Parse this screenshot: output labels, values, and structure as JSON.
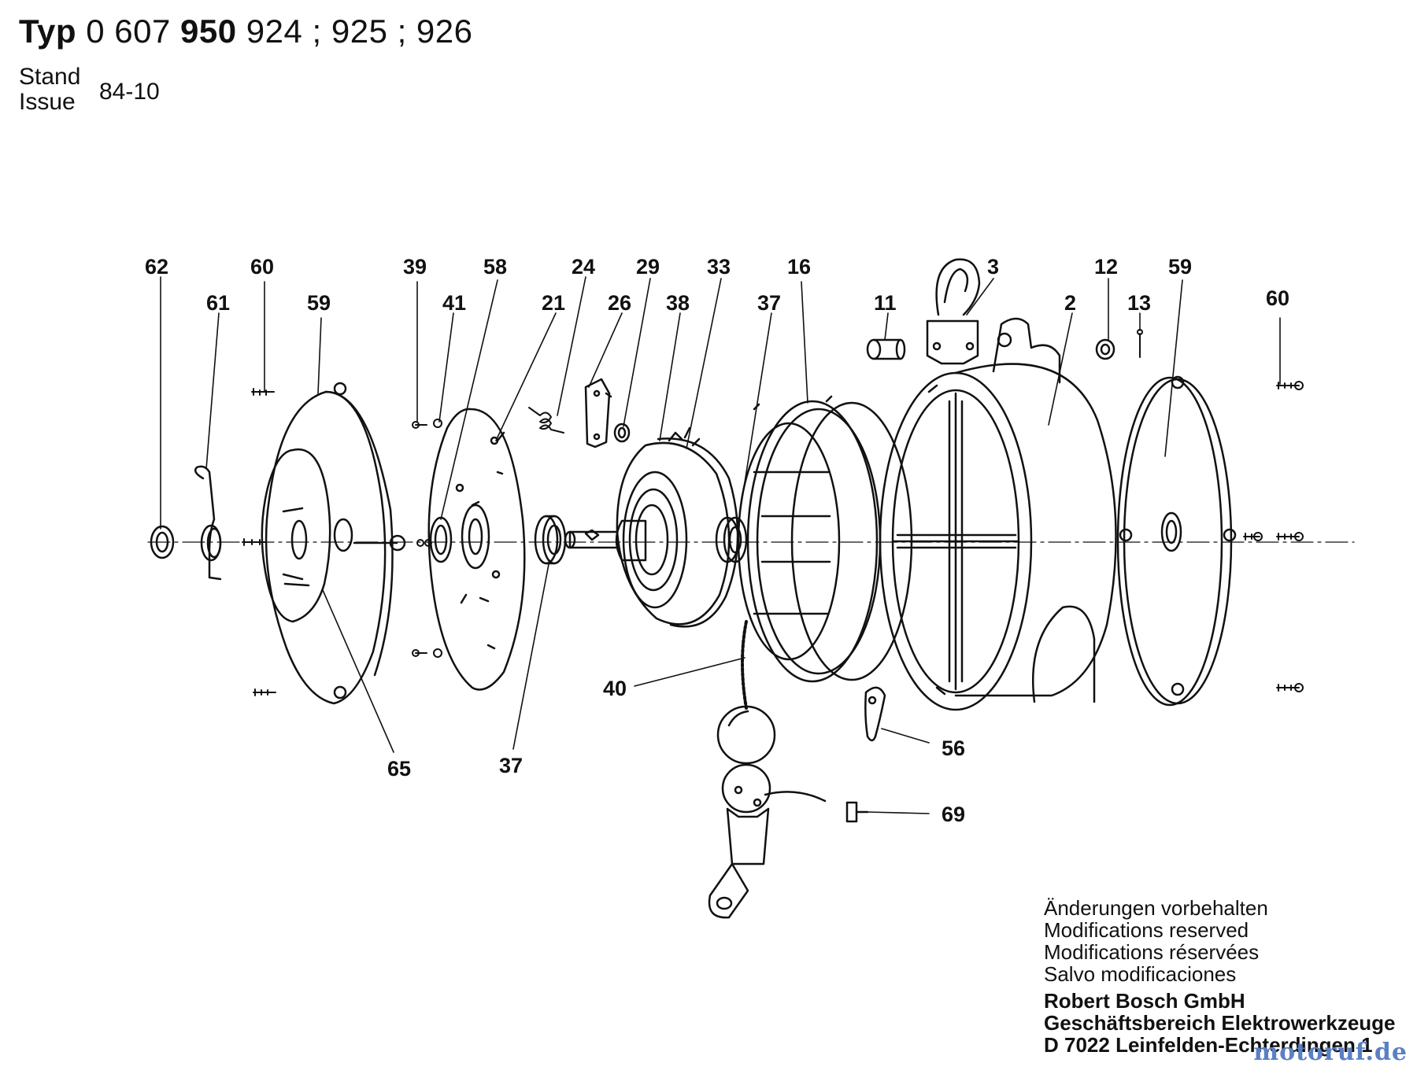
{
  "header": {
    "typ_label": "Typ",
    "type_number_a": "0 607",
    "type_number_b": "950",
    "variants": "924 ; 925 ; 926",
    "stand_label": "Stand",
    "issue_label": "Issue",
    "issue_date": "84-10"
  },
  "callouts": {
    "p62": "62",
    "p61": "61",
    "p60a": "60",
    "p59a": "59",
    "p39": "39",
    "p41": "41",
    "p58": "58",
    "p21": "21",
    "p24": "24",
    "p26": "26",
    "p29": "29",
    "p38": "38",
    "p33": "33",
    "p37a": "37",
    "p16": "16",
    "p11": "11",
    "p3": "3",
    "p2": "2",
    "p12": "12",
    "p13": "13",
    "p59b": "59",
    "p60b": "60",
    "p40": "40",
    "p65": "65",
    "p37b": "37",
    "p56": "56",
    "p69": "69"
  },
  "notes": {
    "de": "Änderungen vorbehalten",
    "en": "Modifications reserved",
    "fr": "Modifications réservées",
    "es": "Salvo modificaciones"
  },
  "company": {
    "name": "Robert Bosch GmbH",
    "division": "Geschäftsbereich Elektrowerkzeuge",
    "address": "D 7022 Leinfelden-Echterdingen 1"
  },
  "watermark": "motoruf.de"
}
